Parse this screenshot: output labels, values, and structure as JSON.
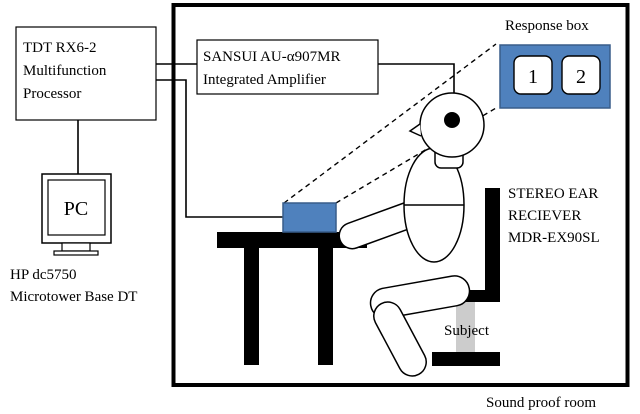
{
  "processor": {
    "line1": "TDT RX6-2",
    "line2": "Multifunction",
    "line3": "Processor"
  },
  "amplifier": {
    "line1": "SANSUI AU-α907MR",
    "line2": "Integrated Amplifier"
  },
  "pc": {
    "label": "PC"
  },
  "computer": {
    "line1": "HP dc5750",
    "line2": "Microtower Base DT"
  },
  "response_box": {
    "title": "Response box",
    "button1": "1",
    "button2": "2"
  },
  "earphones": {
    "line1": "STEREO EAR",
    "line2": "RECIEVER",
    "line3": "MDR-EX90SL"
  },
  "subject": {
    "label": "Subject"
  },
  "room": {
    "label": "Sound proof room"
  },
  "colors": {
    "device_blue": "#4f81bd",
    "device_border": "#385d8a",
    "line": "#000000",
    "seat_post": "#cccccc"
  }
}
